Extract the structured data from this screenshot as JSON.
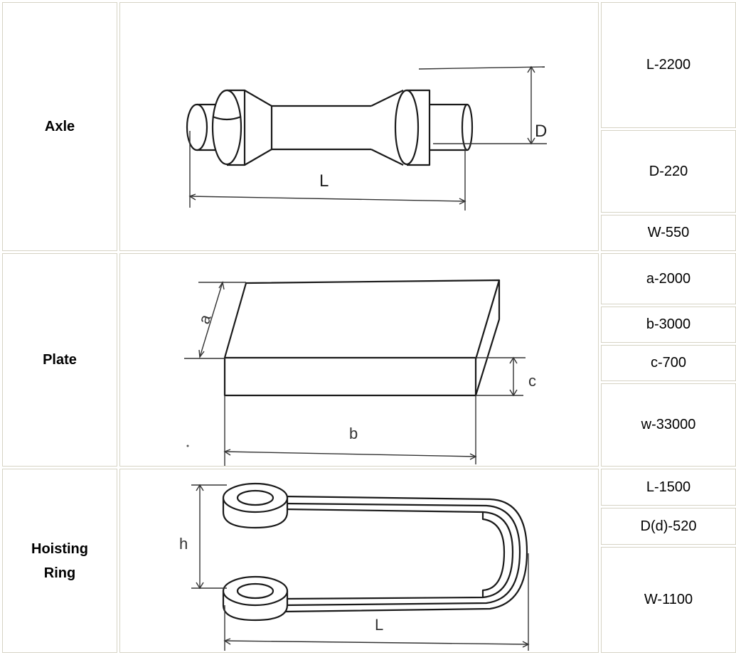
{
  "rows": [
    {
      "name": "Axle",
      "drawing_labels": {
        "length": "L",
        "diameter": "D"
      },
      "specs": [
        "L-2200",
        "D-220",
        "W-550"
      ]
    },
    {
      "name": "Plate",
      "drawing_labels": {
        "a": "a",
        "b": "b",
        "c": "c"
      },
      "specs": [
        "a-2000",
        "b-3000",
        "c-700",
        "w-33000"
      ]
    },
    {
      "name_line1": "Hoisting",
      "name_line2": "Ring",
      "drawing_labels": {
        "height": "h",
        "length": "L"
      },
      "specs": [
        "L-1500",
        "D(d)-520",
        "W-1100"
      ]
    }
  ]
}
